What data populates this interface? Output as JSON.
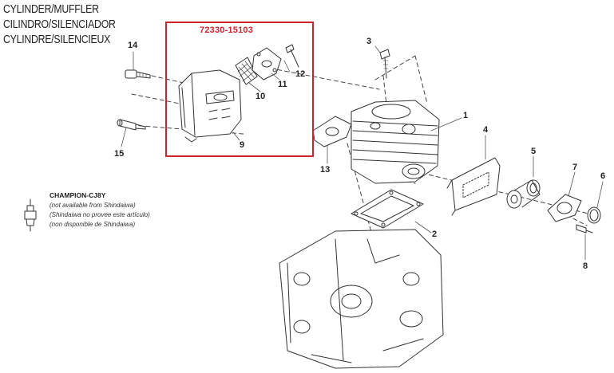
{
  "titles": {
    "en": "CYLINDER/MUFFLER",
    "es": "CILINDRO/SILENCIADOR",
    "fr": "CYLINDRE/SILENCIEUX"
  },
  "highlight": {
    "part_number": "72330-15103",
    "color": "#d0212e"
  },
  "callouts": {
    "c1": "1",
    "c2": "2",
    "c3": "3",
    "c4": "4",
    "c5": "5",
    "c6": "6",
    "c7": "7",
    "c8": "8",
    "c9": "9",
    "c10": "10",
    "c11": "11",
    "c12": "12",
    "c13": "13",
    "c14": "14",
    "c15": "15"
  },
  "spark_plug": {
    "name": "CHAMPION-CJ8Y",
    "notes": [
      "(not available from Shindaiwa)",
      "(Shindaiwa no provee este artículo)",
      "(non disponible de Shindaiwa)"
    ]
  }
}
